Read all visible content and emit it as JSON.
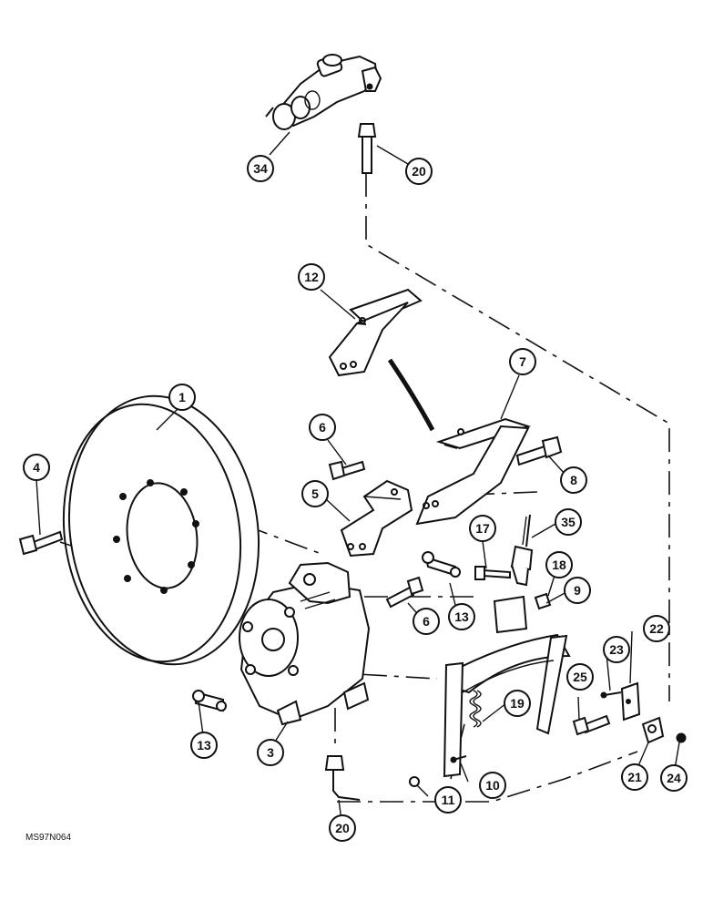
{
  "figure": {
    "reference_code": "MS97N064"
  },
  "callouts": [
    {
      "id": "c34",
      "label": "34"
    },
    {
      "id": "c20a",
      "label": "20"
    },
    {
      "id": "c12",
      "label": "12"
    },
    {
      "id": "c1",
      "label": "1"
    },
    {
      "id": "c7",
      "label": "7"
    },
    {
      "id": "c6a",
      "label": "6"
    },
    {
      "id": "c4",
      "label": "4"
    },
    {
      "id": "c8",
      "label": "8"
    },
    {
      "id": "c5",
      "label": "5"
    },
    {
      "id": "c35",
      "label": "35"
    },
    {
      "id": "c17",
      "label": "17"
    },
    {
      "id": "c18",
      "label": "18"
    },
    {
      "id": "c9",
      "label": "9"
    },
    {
      "id": "c6b",
      "label": "6"
    },
    {
      "id": "c13a",
      "label": "13"
    },
    {
      "id": "c23",
      "label": "23"
    },
    {
      "id": "c22",
      "label": "22"
    },
    {
      "id": "c25",
      "label": "25"
    },
    {
      "id": "c19",
      "label": "19"
    },
    {
      "id": "c13b",
      "label": "13"
    },
    {
      "id": "c3",
      "label": "3"
    },
    {
      "id": "c10",
      "label": "10"
    },
    {
      "id": "c11",
      "label": "11"
    },
    {
      "id": "c21",
      "label": "21"
    },
    {
      "id": "c24",
      "label": "24"
    },
    {
      "id": "c20b",
      "label": "20"
    }
  ]
}
